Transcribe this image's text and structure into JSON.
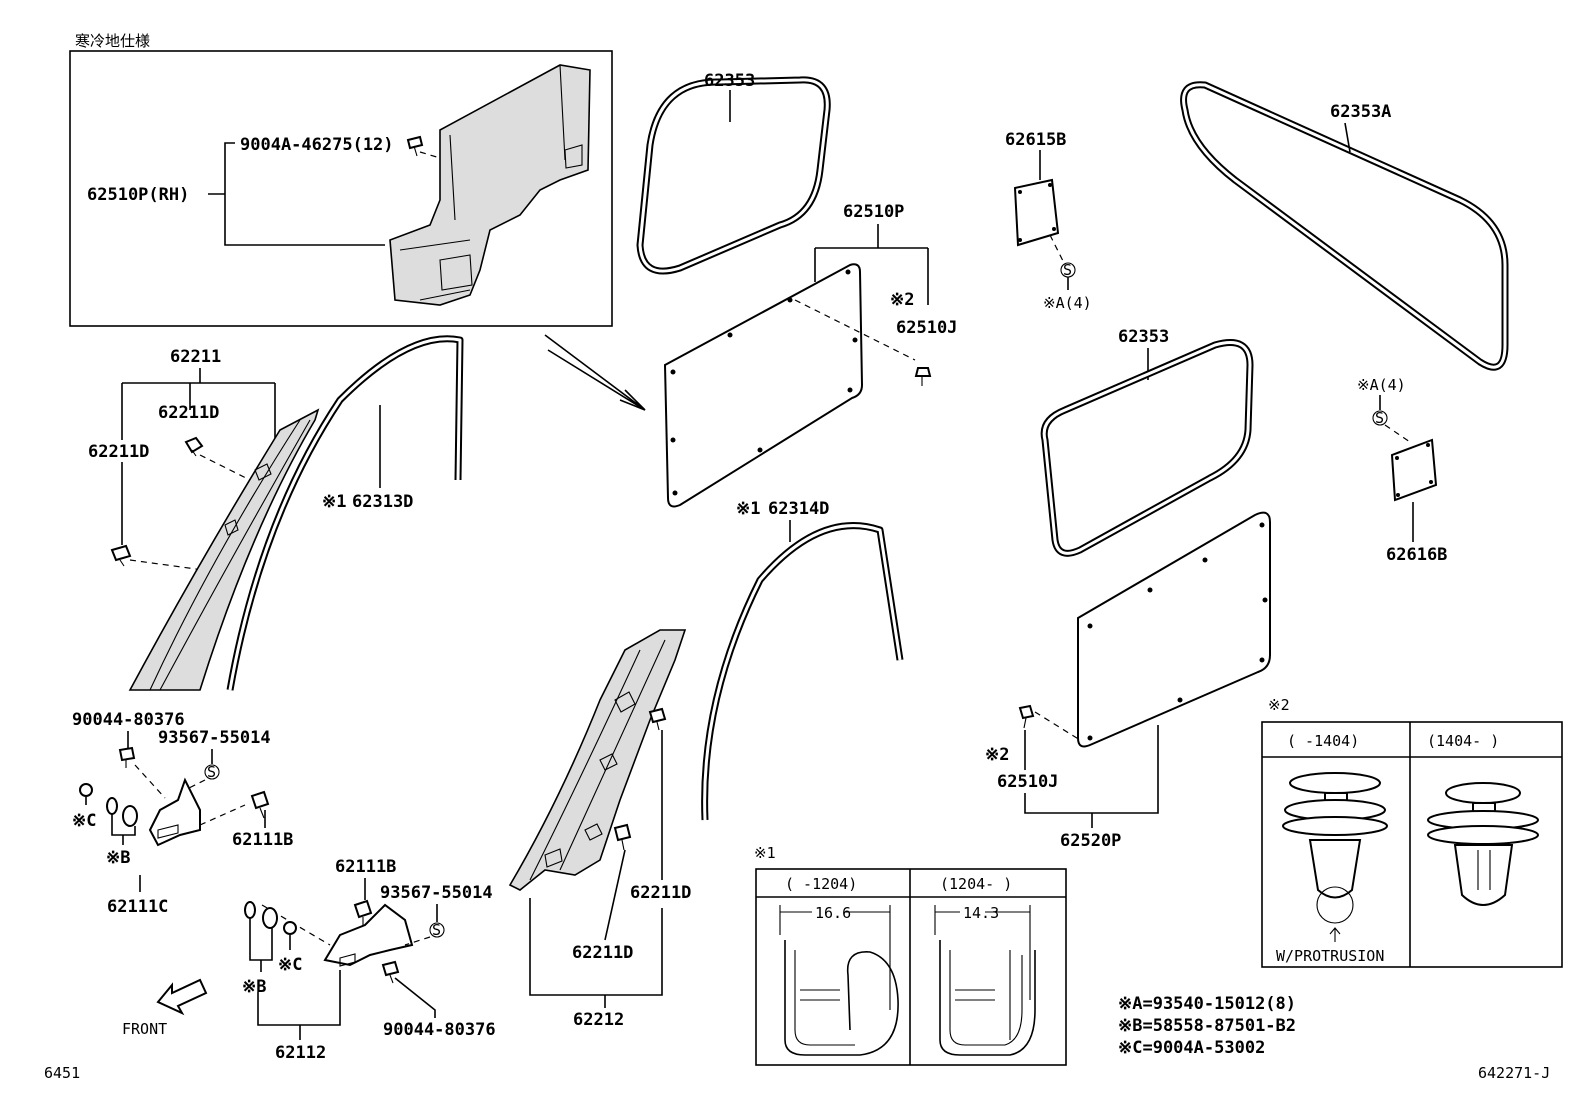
{
  "inset_title": "寒冷地仕様",
  "labels": {
    "bolt_12": "9004A-46275(12)",
    "rh_panel": "62510P(RH)",
    "l62353_top": "62353",
    "l62353a": "62353A",
    "l62615b": "62615B",
    "l62510p_top": "62510P",
    "sA4_top": "※A(4)",
    "s2_top": "※2",
    "l62510j_top": "62510J",
    "l62211": "62211",
    "l62211d_a": "62211D",
    "l62211d_b": "62211D",
    "s1_a": "※1",
    "l62313d": "62313D",
    "l62353_mid": "62353",
    "sA4_right": "※A(4)",
    "l62616b": "62616B",
    "s1_b": "※1",
    "l62314d": "62314D",
    "l90044_a": "90044-80376",
    "l93567_a": "93567-55014",
    "sC_a": "※C",
    "sB_a": "※B",
    "l62111b_a": "62111B",
    "l62111c": "62111C",
    "s2_mid": "※2",
    "l62510j_mid": "62510J",
    "l62520p": "62520P",
    "l62111b_b": "62111B",
    "l93567_b": "93567-55014",
    "l62211d_c": "62211D",
    "l62211d_d": "62211D",
    "sC_b": "※C",
    "sB_b": "※B",
    "l90044_b": "90044-80376",
    "l62112": "62112",
    "l62212": "62212",
    "front": "FRONT",
    "page_left": "6451",
    "page_right": "642271-J"
  },
  "detail1": {
    "title": "※1",
    "col1": "(   -1204)",
    "col2": "(1204-   )",
    "dim1": "16.6",
    "dim2": "14.3"
  },
  "detail2": {
    "title": "※2",
    "col1": "(   -1404)",
    "col2": "(1404-   )",
    "note": "W/PROTRUSION"
  },
  "legend": {
    "a": "※A=93540-15012(8)",
    "b": "※B=58558-87501-B2",
    "c": "※C=9004A-53002"
  },
  "symbol_s": "S"
}
